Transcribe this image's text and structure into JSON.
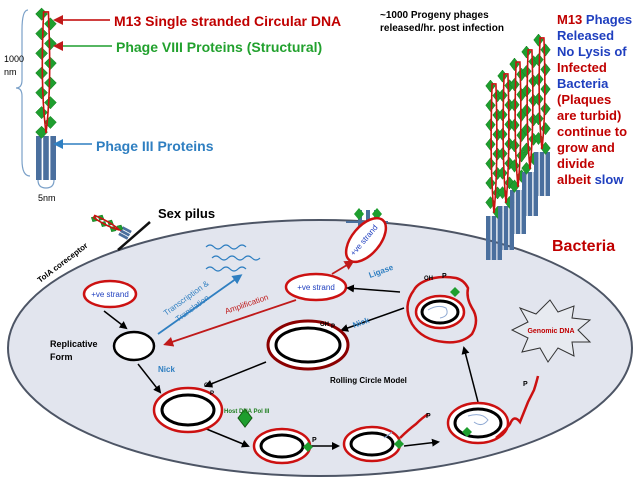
{
  "labels": {
    "ssdna": "M13 Single stranded Circular DNA",
    "pviii": "Phage VIII Proteins (Structural)",
    "piii": "Phage III Proteins",
    "length": "1000",
    "length_unit": "nm",
    "width": "5nm",
    "progeny_1": "~1000 Progeny phages",
    "progeny_2": "released/hr. post infection",
    "sex_pilus": "Sex pilus",
    "tola": "TolA coreceptor",
    "bacteria": "Bacteria",
    "plus_strand_a": "+ve strand",
    "plus_strand_b": "+ve strand",
    "plus_strand_c": "+ve strand",
    "transcription_1": "Transcription &",
    "transcription_2": "Translation",
    "amplification": "Amplification",
    "ligase": "Ligase",
    "nick_upper": "Nick",
    "nick_left": "Nick",
    "replicative_1": "Replicative",
    "replicative_2": "Form",
    "rolling_circle": "Rolling Circle Model",
    "host_pol": "Host DNA Pol III",
    "genomic_dna": "Genomic DNA",
    "oh_a": "OH",
    "p_a": "P",
    "oh_b": "OH",
    "p_b": "P",
    "oh_c": "OH",
    "p_c": "P",
    "p_d": "P",
    "p_e": "P",
    "p_f": "P"
  },
  "release_note": [
    {
      "text": "M13 ",
      "color": "#c00000"
    },
    {
      "text": "Phages",
      "color": "#1f3fbf"
    },
    {
      "text": "Released",
      "color": "#1f3fbf"
    },
    {
      "text": "No Lysis of",
      "color": "#1f3fbf"
    },
    {
      "text": "Infected",
      "color": "#c00000"
    },
    {
      "text": "Bacteria",
      "color": "#1f3fbf"
    },
    {
      "text": "(Plaques",
      "color": "#c00000"
    },
    {
      "text": "are turbid)",
      "color": "#c00000"
    },
    {
      "text": "continue to",
      "color": "#c00000"
    },
    {
      "text": "grow and",
      "color": "#c00000"
    },
    {
      "text": "divide",
      "color": "#c00000"
    },
    {
      "text": "albeit ",
      "color": "#c00000"
    },
    {
      "text": "slow",
      "color": "#1f3fbf"
    }
  ],
  "colors": {
    "dna_red": "#cc1111",
    "dark_red": "#8b0000",
    "protein_green": "#1e9e2e",
    "label_green": "#22a12e",
    "label_blue": "#2f7fc1",
    "shaft_blue": "#4a6f9e",
    "cell_fill": "#e2e5ee",
    "amplification_red": "#c01a1a"
  }
}
